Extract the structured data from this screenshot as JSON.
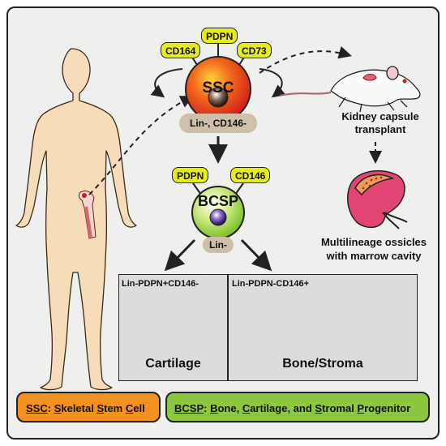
{
  "ssc": {
    "label": "SSC",
    "markers": [
      "CD164",
      "PDPN",
      "CD73"
    ],
    "phenotype": "Lin-, CD146-"
  },
  "bcsp": {
    "label": "BCSP",
    "markers": [
      "PDPN",
      "CD146"
    ],
    "phenotype": "Lin-"
  },
  "transplant": {
    "line1": "Kidney capsule",
    "line2": "transplant"
  },
  "ossicles": {
    "line1": "Multilineage ossicles",
    "line2": "with marrow cavity"
  },
  "cartilage": {
    "phenotype": "Lin-PDPN+CD146-",
    "label": "Cartilage"
  },
  "bone_stroma": {
    "phenotype": "Lin-PDPN-CD146+",
    "label": "Bone/Stroma"
  },
  "legend_ssc": {
    "abbr": "SSC",
    "sep": ": ",
    "w1a": "S",
    "w1b": "keletal ",
    "w2a": "S",
    "w2b": "tem ",
    "w3a": "C",
    "w3b": "ell"
  },
  "legend_bcsp": {
    "abbr": "BCSP",
    "sep": ": ",
    "w1a": "B",
    "w1b": "one, ",
    "w2a": "C",
    "w2b": "artilage, and ",
    "w3a": "S",
    "w3b": "tromal ",
    "w4a": "P",
    "w4b": "rogenitor"
  },
  "colors": {
    "ssc_fill": "#e8361b",
    "bcsp_fill": "#9fd44a",
    "marker": "#e4ec1c",
    "skin": "#f6dcb8",
    "ssc_legend": "#f2911f",
    "bcsp_legend": "#8dc63f"
  }
}
